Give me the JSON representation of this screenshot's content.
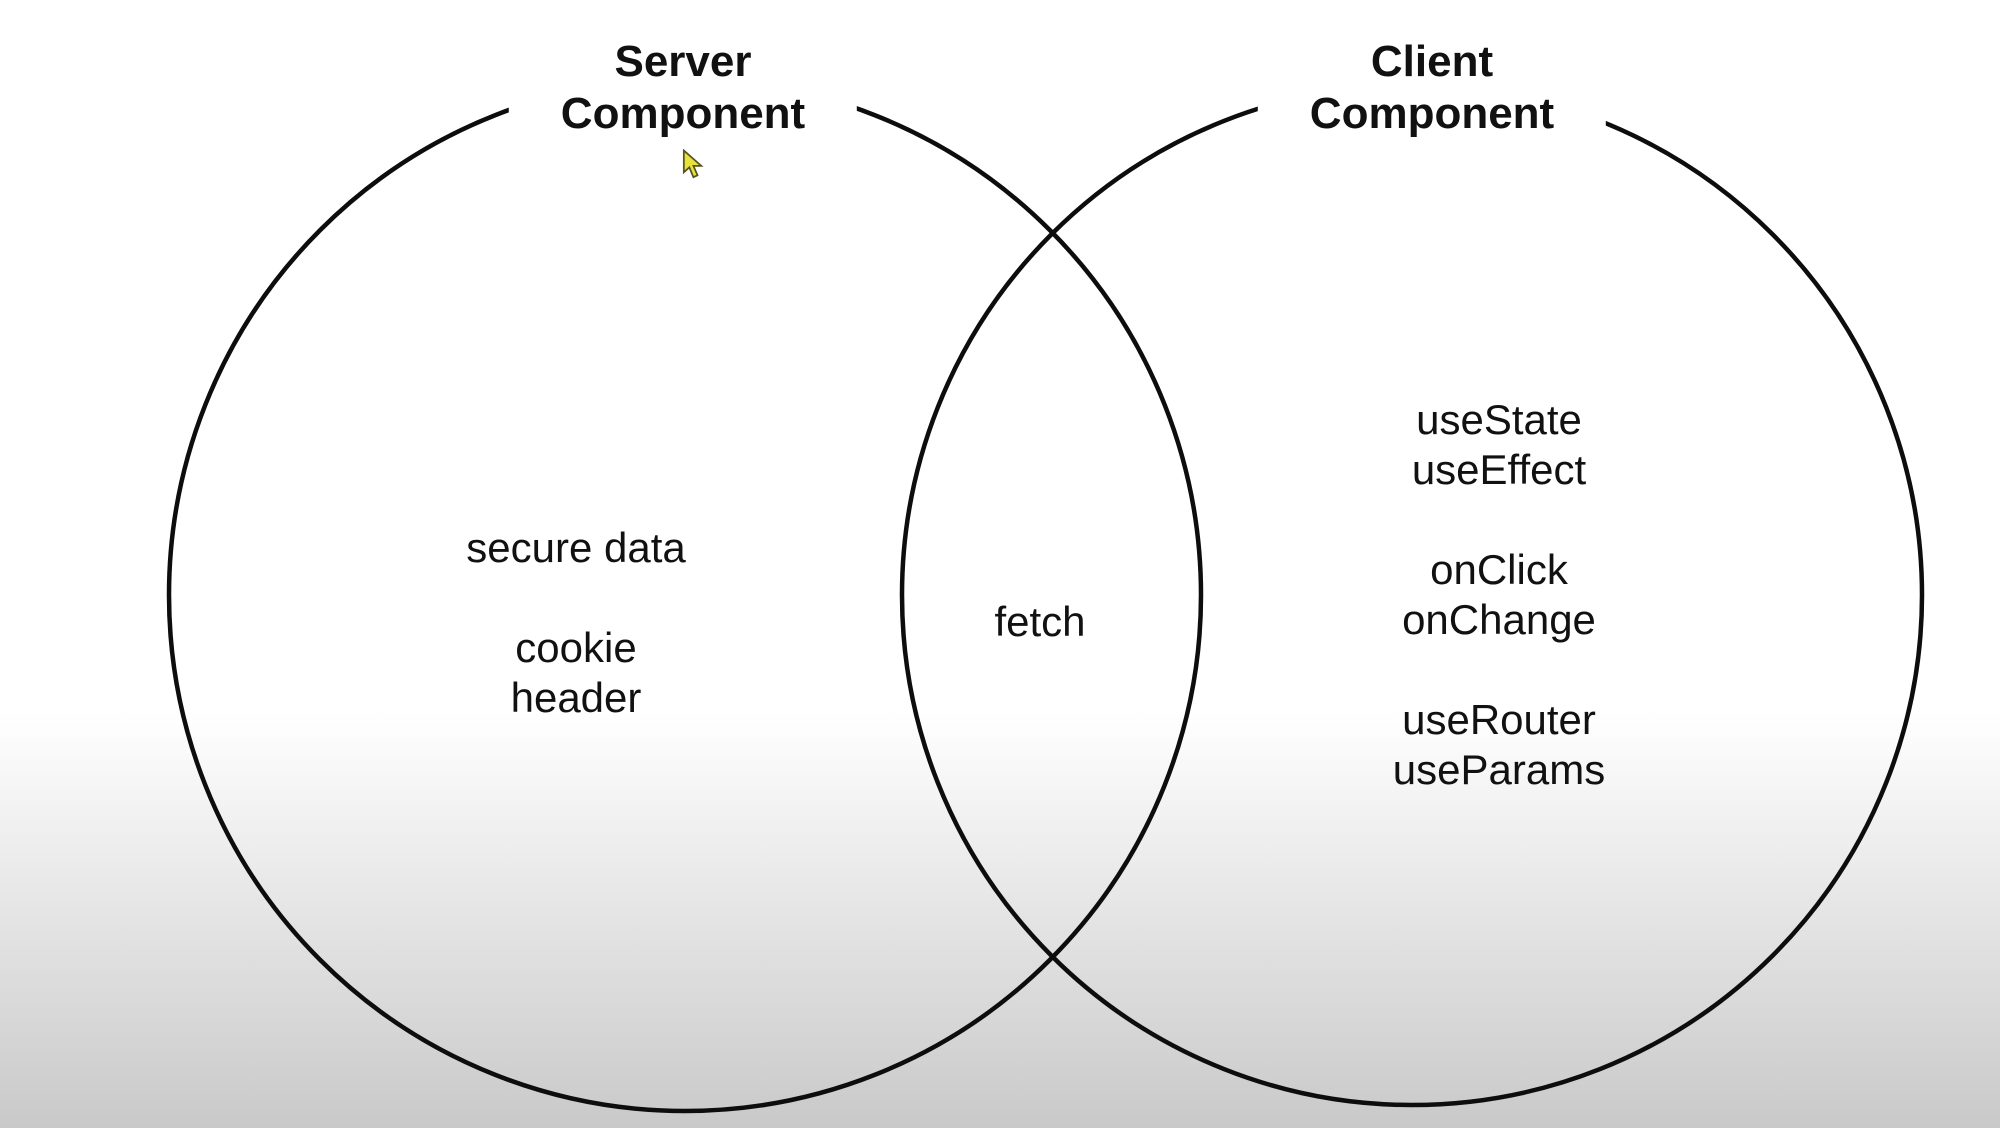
{
  "colors": {
    "background_top": "#ffffff",
    "background_bottom": "#c9c9c9",
    "stroke_color": "#0d0d0d",
    "text_color": "#111111",
    "cursor_fill": "#e8e33c",
    "cursor_outline": "#55531f"
  },
  "venn": {
    "left": {
      "title_lines": [
        "Server",
        "Component"
      ],
      "items": [
        "secure data",
        "",
        "cookie",
        "header"
      ]
    },
    "overlap": {
      "label": "fetch"
    },
    "right": {
      "title_lines": [
        "Client",
        "Component"
      ],
      "items": [
        "useState",
        "useEffect",
        "",
        "onClick",
        "onChange",
        "",
        "useRouter",
        "useParams"
      ]
    }
  }
}
